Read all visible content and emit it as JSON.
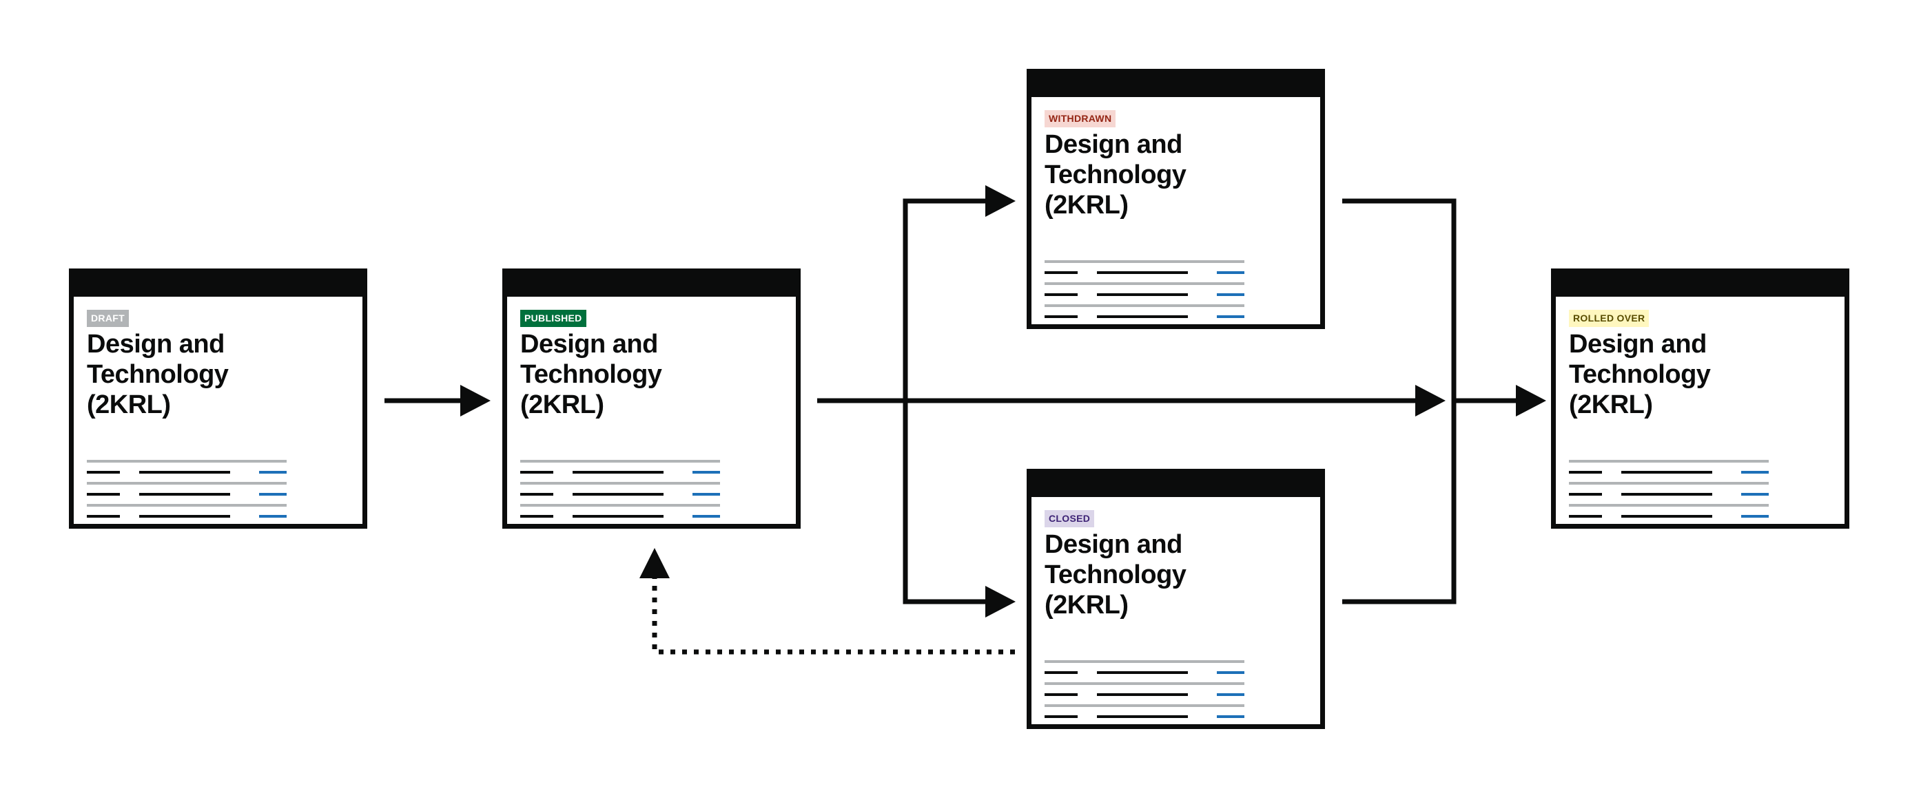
{
  "colors": {
    "ink": "#0b0c0c",
    "rule_grey": "#b1b4b6",
    "link_blue": "#1d70b8"
  },
  "cards": [
    {
      "id": "draft",
      "status": "Draft",
      "status_color": "grey",
      "title": "Design and\nTechnology\n(2KRL)"
    },
    {
      "id": "published",
      "status": "Published",
      "status_color": "green",
      "title": "Design and\nTechnology\n(2KRL)"
    },
    {
      "id": "withdrawn",
      "status": "Withdrawn",
      "status_color": "red",
      "title": "Design and\nTechnology\n(2KRL)"
    },
    {
      "id": "closed",
      "status": "Closed",
      "status_color": "purple",
      "title": "Design and\nTechnology\n(2KRL)"
    },
    {
      "id": "rolled-over",
      "status": "Rolled over",
      "status_color": "yellow",
      "title": "Design and\nTechnology\n(2KRL)"
    }
  ],
  "transitions": [
    {
      "from": "draft",
      "to": "published",
      "style": "solid"
    },
    {
      "from": "published",
      "to": "withdrawn",
      "style": "solid"
    },
    {
      "from": "published",
      "to": "closed",
      "style": "solid"
    },
    {
      "from": "published",
      "to": "rolled-over",
      "style": "solid"
    },
    {
      "from": "withdrawn",
      "to": "rolled-over",
      "style": "solid"
    },
    {
      "from": "closed",
      "to": "rolled-over",
      "style": "solid"
    },
    {
      "from": "closed",
      "to": "published",
      "style": "dotted"
    }
  ]
}
